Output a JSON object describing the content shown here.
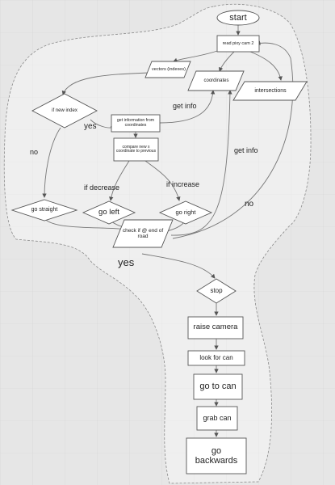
{
  "nodes": {
    "start": "start",
    "read_pixy": "read pixy cam 2",
    "vectors": "vectors (indexes)",
    "coordinates": "coordinates",
    "intersections": "intersections",
    "new_index": "if new index",
    "get_information": "get information from coordinates",
    "compare": "compare new x coordinate to previous",
    "go_straight": "go straight",
    "go_left": "go left",
    "go_right": "go right",
    "check_end": "check if @ end of road",
    "stop": "stop",
    "raise_camera": "raise camera",
    "look_for_can": "look for can",
    "go_to_can": "go to can",
    "grab_can": "grab can",
    "go_backwards": "go backwards"
  },
  "edge_labels": {
    "yes_index": "yes",
    "no_index": "no",
    "get_info_1": "get info",
    "get_info_2": "get info",
    "if_decrease": "if decrease",
    "if_increase": "if increase",
    "no_end": "no",
    "yes_end": "yes"
  }
}
